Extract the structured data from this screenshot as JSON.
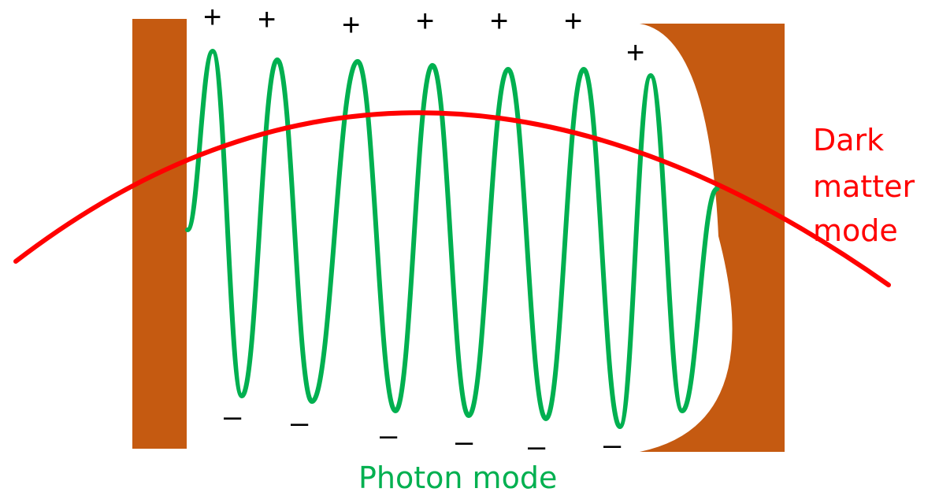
{
  "colors": {
    "mirror": "#C55A11",
    "photon_wave": "#00B050",
    "dark_matter_wave": "#FF0000",
    "signs": "#000000",
    "background": "#FFFFFF"
  },
  "labels": {
    "dark_matter": [
      "Dark",
      "matter",
      "mode"
    ],
    "photon": "Photon mode"
  },
  "signs": {
    "plus": "+",
    "minus": "–"
  }
}
